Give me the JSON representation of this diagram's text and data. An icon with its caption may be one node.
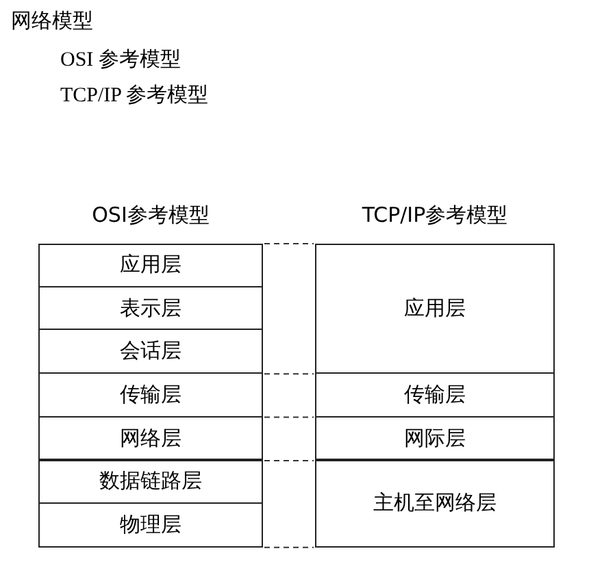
{
  "diagram": {
    "nodes": [
      {
        "text": [
          "OSI参考模型"
        ]
      },
      {
        "text": [
          "应用层"
        ],
        "in": 0
      },
      {
        "text": [
          "表示层"
        ],
        "in": 0
      },
      {
        "text": [
          "会话层"
        ],
        "in": 0
      },
      {
        "text": [
          "传输层"
        ],
        "in": 0
      },
      {
        "text": [
          "网络层"
        ],
        "in": 0
      },
      {
        "text": [
          "数据链路层"
        ],
        "in": 0
      },
      {
        "text": [
          "物理层"
        ],
        "in": 0
      },
      {
        "text": [
          "TCP/IP参考模型"
        ]
      },
      {
        "text": [
          "应用层"
        ],
        "in": 8
      },
      {
        "text": [
          "传输层"
        ],
        "in": 8
      },
      {
        "text": [
          "网际层"
        ],
        "in": 8
      },
      {
        "text": [
          "主机至网络层"
        ],
        "in": 8
      }
    ],
    "labels": [
      "网络模型",
      "OSI 参考模型",
      "TCP/IP 参考模型"
    ]
  }
}
